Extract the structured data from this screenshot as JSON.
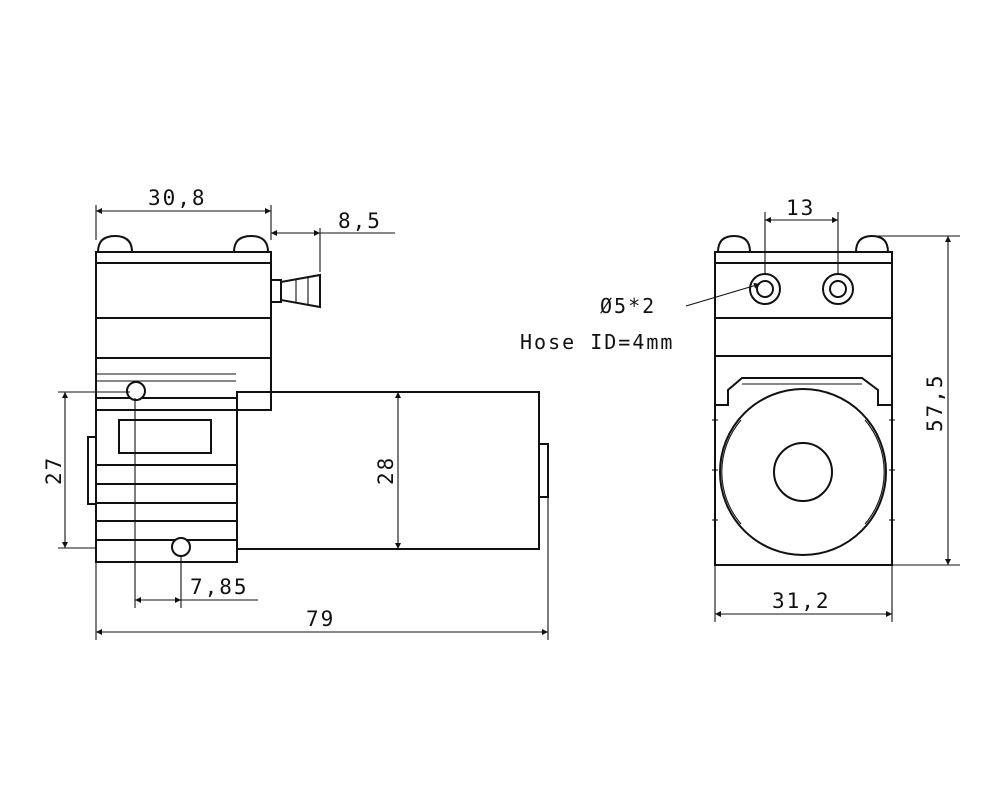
{
  "dimensions": {
    "top_width": "30,8",
    "nozzle_length": "8,5",
    "body_height": "27",
    "motor_diameter": "28",
    "hole_offset": "7,85",
    "total_length": "79",
    "port_spacing": "13",
    "total_height": "57,5",
    "front_width": "31,2"
  },
  "notes": {
    "port_spec": "Ø5*2",
    "hose_spec": "Hose ID=4mm"
  }
}
